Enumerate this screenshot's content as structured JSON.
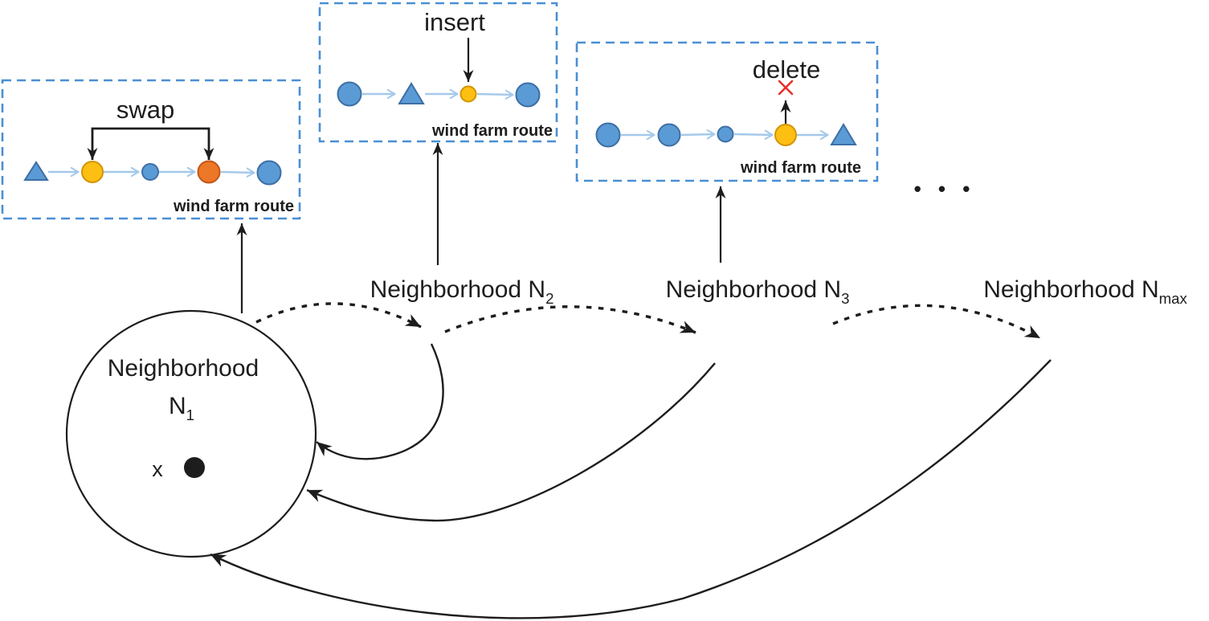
{
  "colors": {
    "box-border": "#4a8fd3",
    "node-blue": "#5b9bd5",
    "node-blue-border": "#3d6fa5",
    "node-yellow": "#fdbf12",
    "node-yellow-border": "#d29400",
    "node-orange": "#ec7726",
    "node-orange-border": "#c2551a",
    "route-arrow": "#a5c9ea",
    "ink": "#1d1d1d",
    "delete-x": "#e8302a"
  },
  "boxes": {
    "swap": {
      "title": "swap",
      "caption": "wind farm route"
    },
    "insert": {
      "title": "insert",
      "caption": "wind farm route"
    },
    "delete": {
      "title": "delete",
      "caption": "wind farm route"
    }
  },
  "labels": {
    "n2": {
      "prefix": "Neighborhood N",
      "sub": "2"
    },
    "n3": {
      "prefix": "Neighborhood N",
      "sub": "3"
    },
    "nmax": {
      "prefix": "Neighborhood N",
      "sub": "max"
    },
    "ellipsis": "• • •"
  },
  "n1_circle": {
    "line1": "Neighborhood",
    "n_prefix": "N",
    "n_sub": "1",
    "point_label": "x"
  }
}
